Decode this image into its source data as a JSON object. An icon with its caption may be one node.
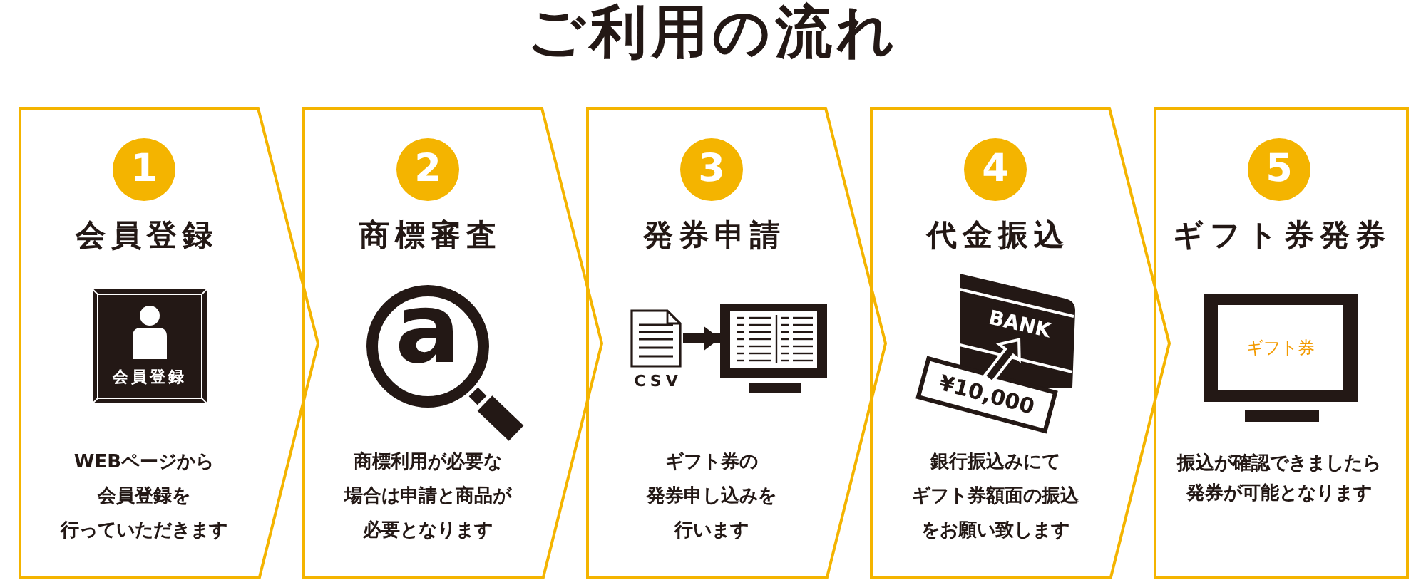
{
  "diagram": {
    "title": "ご利用の流れ",
    "nodes": [
      {
        "text": [
          "会員登録",
          "WEBページから会員登録を行っていただきます"
        ]
      },
      {
        "text": [
          "1"
        ],
        "in": 0
      },
      {
        "text": [
          "会員登録"
        ],
        "in": 0
      },
      {
        "text": [
          "商標審査",
          "商標利用が必要な場合は申請と商品が必要となります"
        ]
      },
      {
        "text": [
          "2"
        ],
        "in": 3
      },
      {
        "text": [
          "a"
        ],
        "in": 3
      },
      {
        "text": [
          "発券申請",
          "ギフト券の発券申し込みを行います"
        ]
      },
      {
        "text": [
          "3"
        ],
        "in": 6
      },
      {
        "text": [],
        "shape": "picture",
        "beside": [
          "CSV"
        ],
        "in": 6
      },
      {
        "text": [],
        "shape": "picture",
        "in": 6
      },
      {
        "text": [
          "代金振込",
          "銀行振込みにてギフト券額面の振込をお願い致します"
        ]
      },
      {
        "text": [
          "4"
        ],
        "in": 10
      },
      {
        "text": [
          "BANK",
          "¥10,000"
        ],
        "in": 10
      },
      {
        "text": [
          "ギフト券発券",
          "振込が確認できましたら発券が可能となります"
        ]
      },
      {
        "text": [
          "5"
        ],
        "in": 13
      },
      {
        "text": [
          "ギフト券"
        ],
        "in": 13
      }
    ],
    "edges": [
      {
        "from": 8,
        "to": 9,
        "arrow": "to"
      }
    ]
  }
}
